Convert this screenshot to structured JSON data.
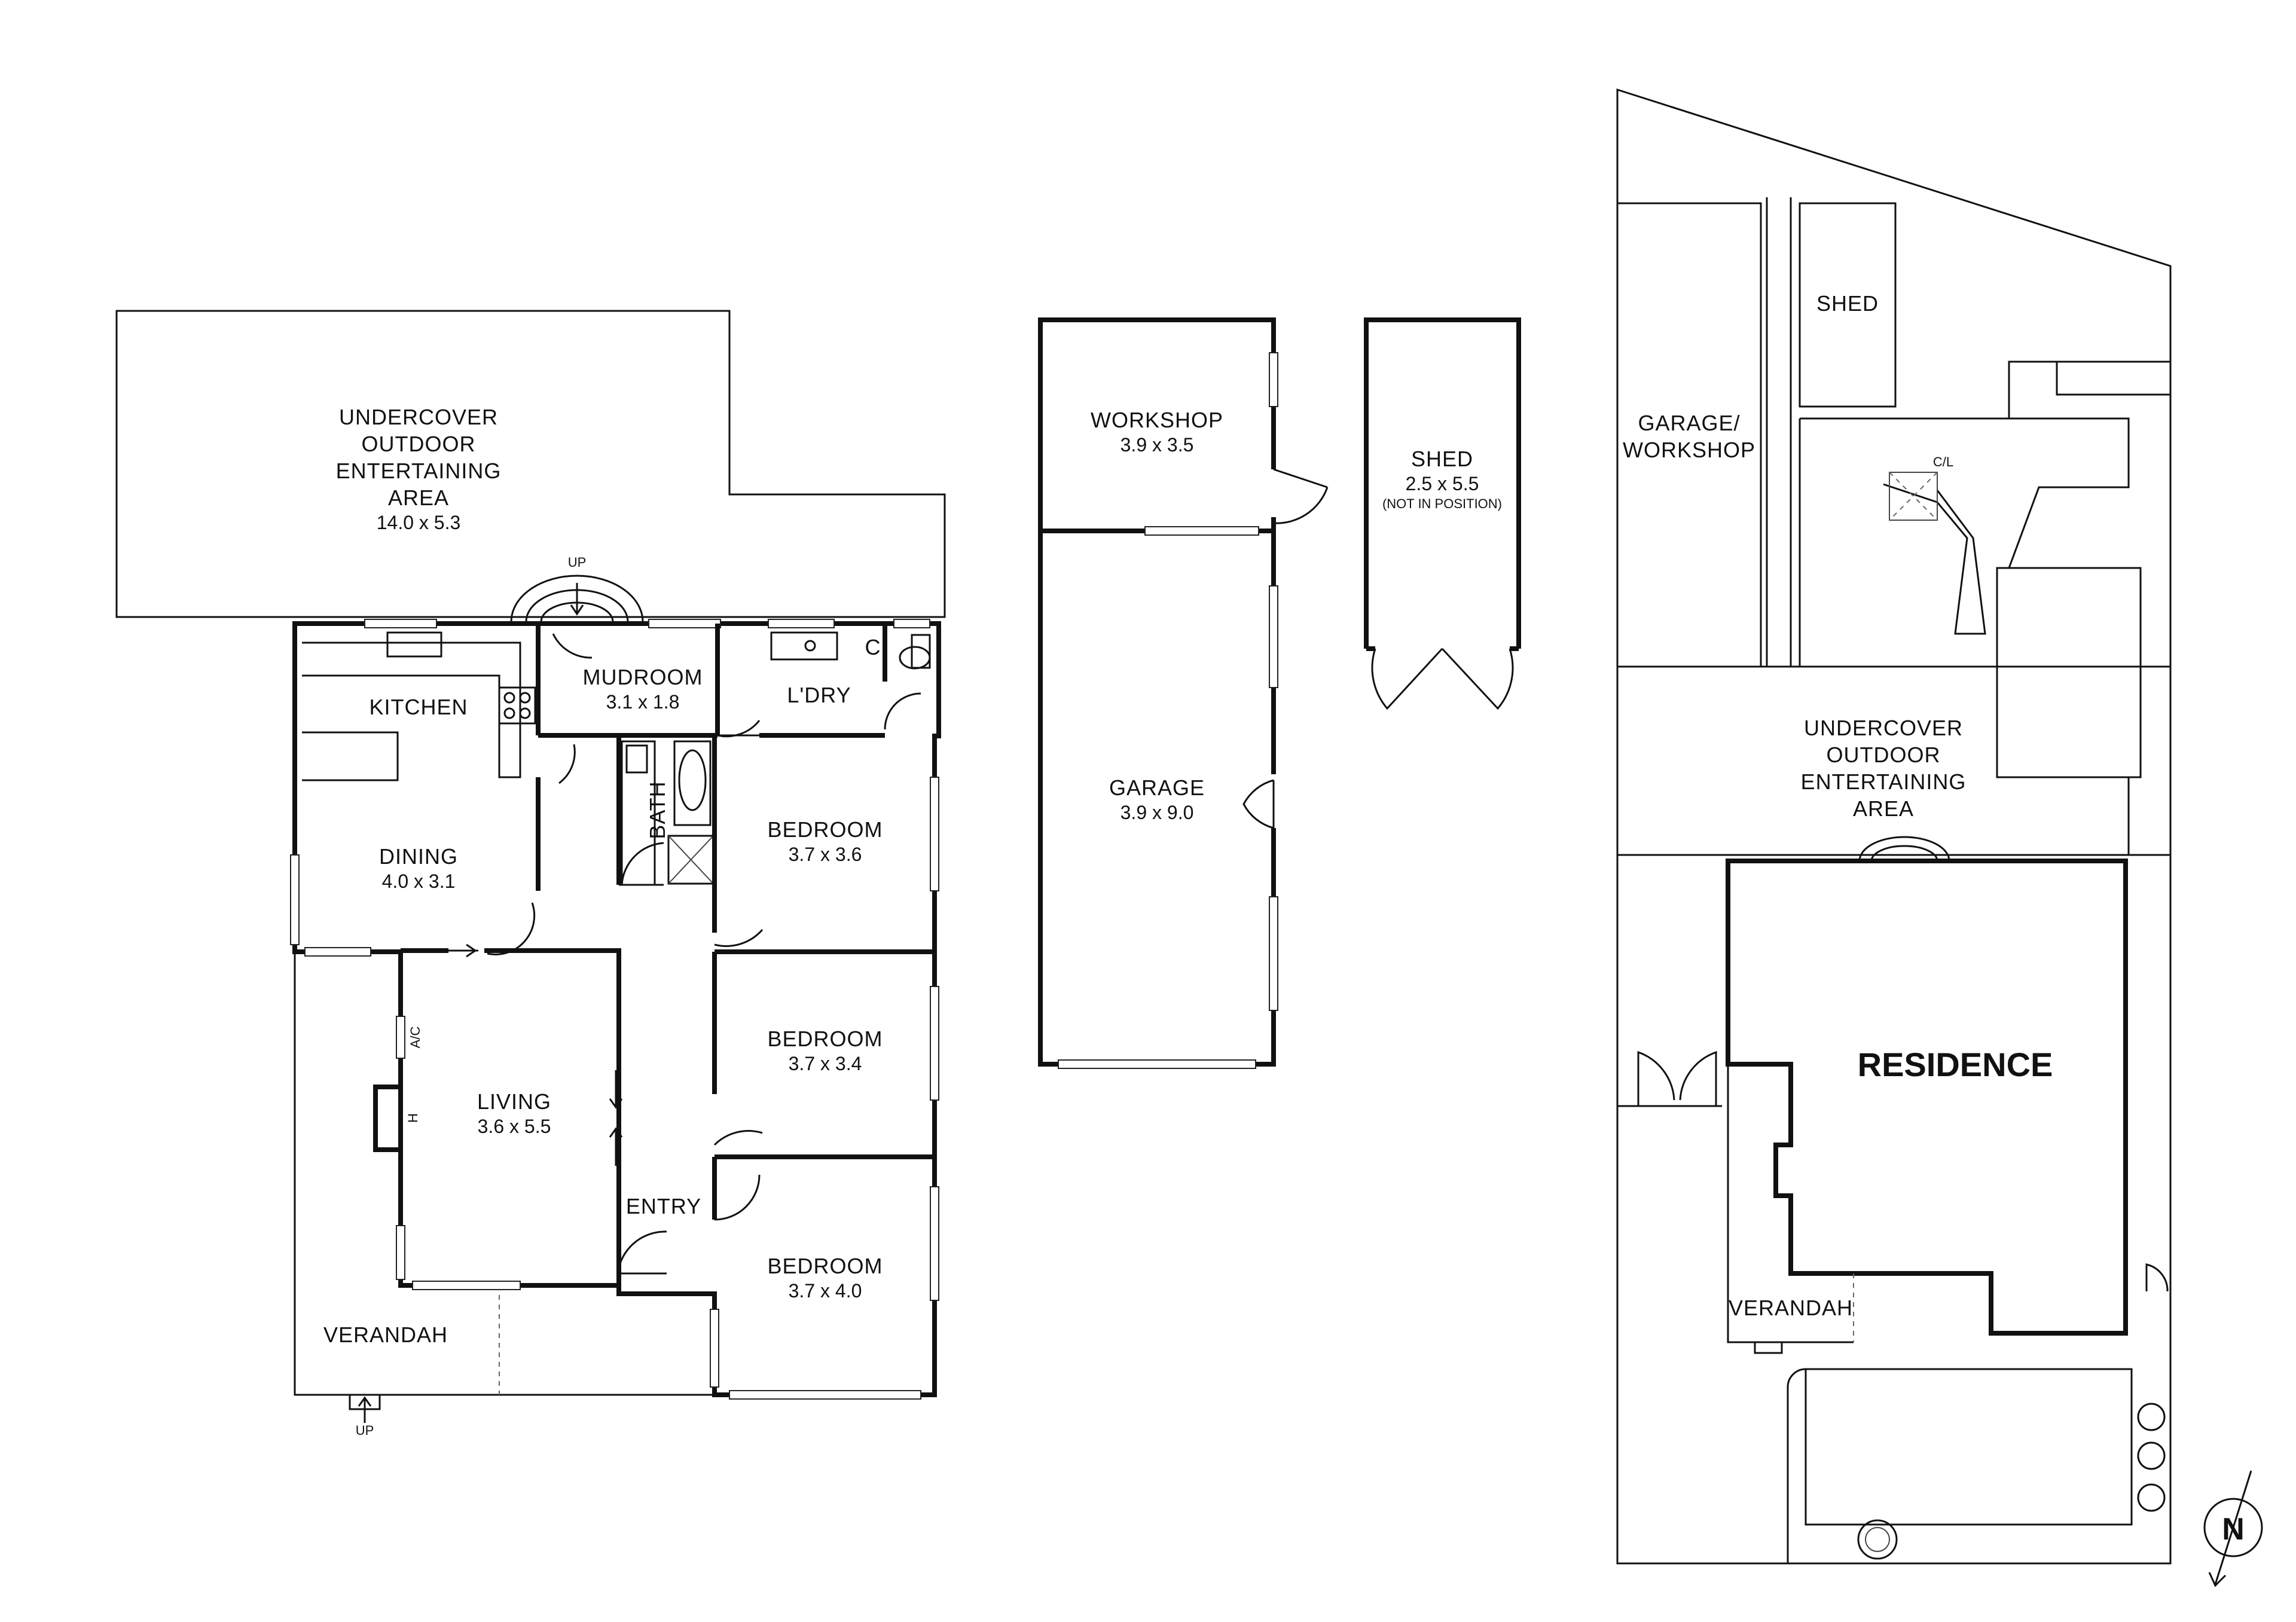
{
  "floor_plan": {
    "rooms": {
      "undercover_area": {
        "name": "UNDERCOVER OUTDOOR ENTERTAINING AREA",
        "lines": [
          "UNDERCOVER",
          "OUTDOOR",
          "ENTERTAINING",
          "AREA"
        ],
        "size": "14.0 x 5.3"
      },
      "kitchen": {
        "name": "KITCHEN"
      },
      "dining": {
        "name": "DINING",
        "size": "4.0 x 3.1"
      },
      "mudroom": {
        "name": "MUDROOM",
        "size": "3.1 x 1.8"
      },
      "laundry": {
        "name": "L'DRY"
      },
      "closet": {
        "name": "C"
      },
      "bath": {
        "name": "BATH"
      },
      "bedroom_1": {
        "name": "BEDROOM",
        "size": "3.7 x 3.6"
      },
      "bedroom_2": {
        "name": "BEDROOM",
        "size": "3.7 x 3.4"
      },
      "bedroom_3": {
        "name": "BEDROOM",
        "size": "3.7 x 4.0"
      },
      "living": {
        "name": "LIVING",
        "size": "3.6 x 5.5"
      },
      "entry": {
        "name": "ENTRY"
      },
      "verandah": {
        "name": "VERANDAH"
      }
    },
    "annotations": {
      "up_mudroom": "UP",
      "up_verandah": "UP",
      "ac": "A/C",
      "heater": "H"
    }
  },
  "outbuildings": {
    "workshop": {
      "name": "WORKSHOP",
      "size": "3.9 x 3.5"
    },
    "garage": {
      "name": "GARAGE",
      "size": "3.9 x 9.0"
    },
    "shed": {
      "name": "SHED",
      "size": "2.5 x 5.5",
      "note": "(NOT IN POSITION)"
    }
  },
  "site_plan": {
    "shed": "SHED",
    "garage_workshop": [
      "GARAGE/",
      "WORKSHOP"
    ],
    "clothesline": "C/L",
    "undercover_area": [
      "UNDERCOVER",
      "OUTDOOR",
      "ENTERTAINING",
      "AREA"
    ],
    "residence": "RESIDENCE",
    "verandah": "VERANDAH",
    "north_arrow": "N"
  }
}
